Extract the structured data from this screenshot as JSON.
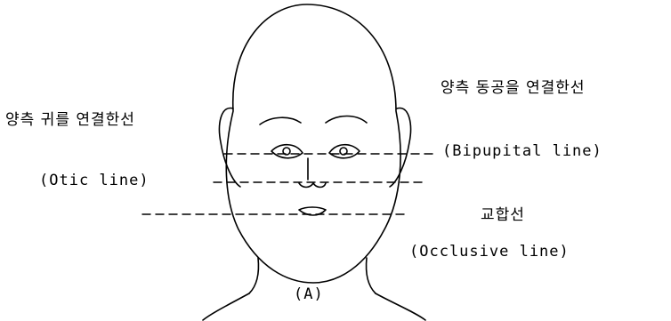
{
  "labels": {
    "otic_ko": "양측 귀를 연결한선",
    "otic_en": "(Otic line)",
    "bipupital_ko": "양측 동공을 연결한선",
    "bipupital_en": "(Bipupital line)",
    "occlusive_ko": "교합선",
    "occlusive_en": "(Occlusive line)",
    "figure": "(A)"
  },
  "colors": {
    "ink": "#000000",
    "background": "#ffffff"
  }
}
